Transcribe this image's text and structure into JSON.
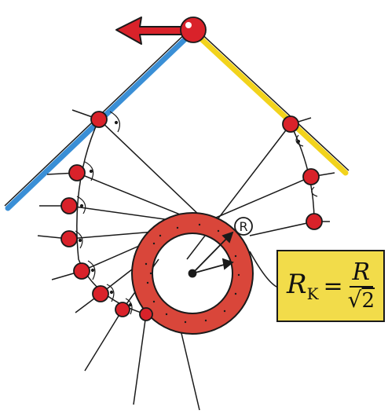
{
  "labels": {
    "radius_label": "R"
  },
  "formula": {
    "lhs": "R",
    "lhs_sub": "K",
    "equals": "=",
    "numerator": "R",
    "root_sign": "√",
    "radicand": "2"
  },
  "colors": {
    "ball": "#d9222a",
    "arrow": "#d9222a",
    "left_wall": "#3a8fd6",
    "right_wall": "#f2d31c",
    "ring": "#d9463a",
    "formula_box": "#f2dc4a",
    "line": "#1a1a1a"
  }
}
